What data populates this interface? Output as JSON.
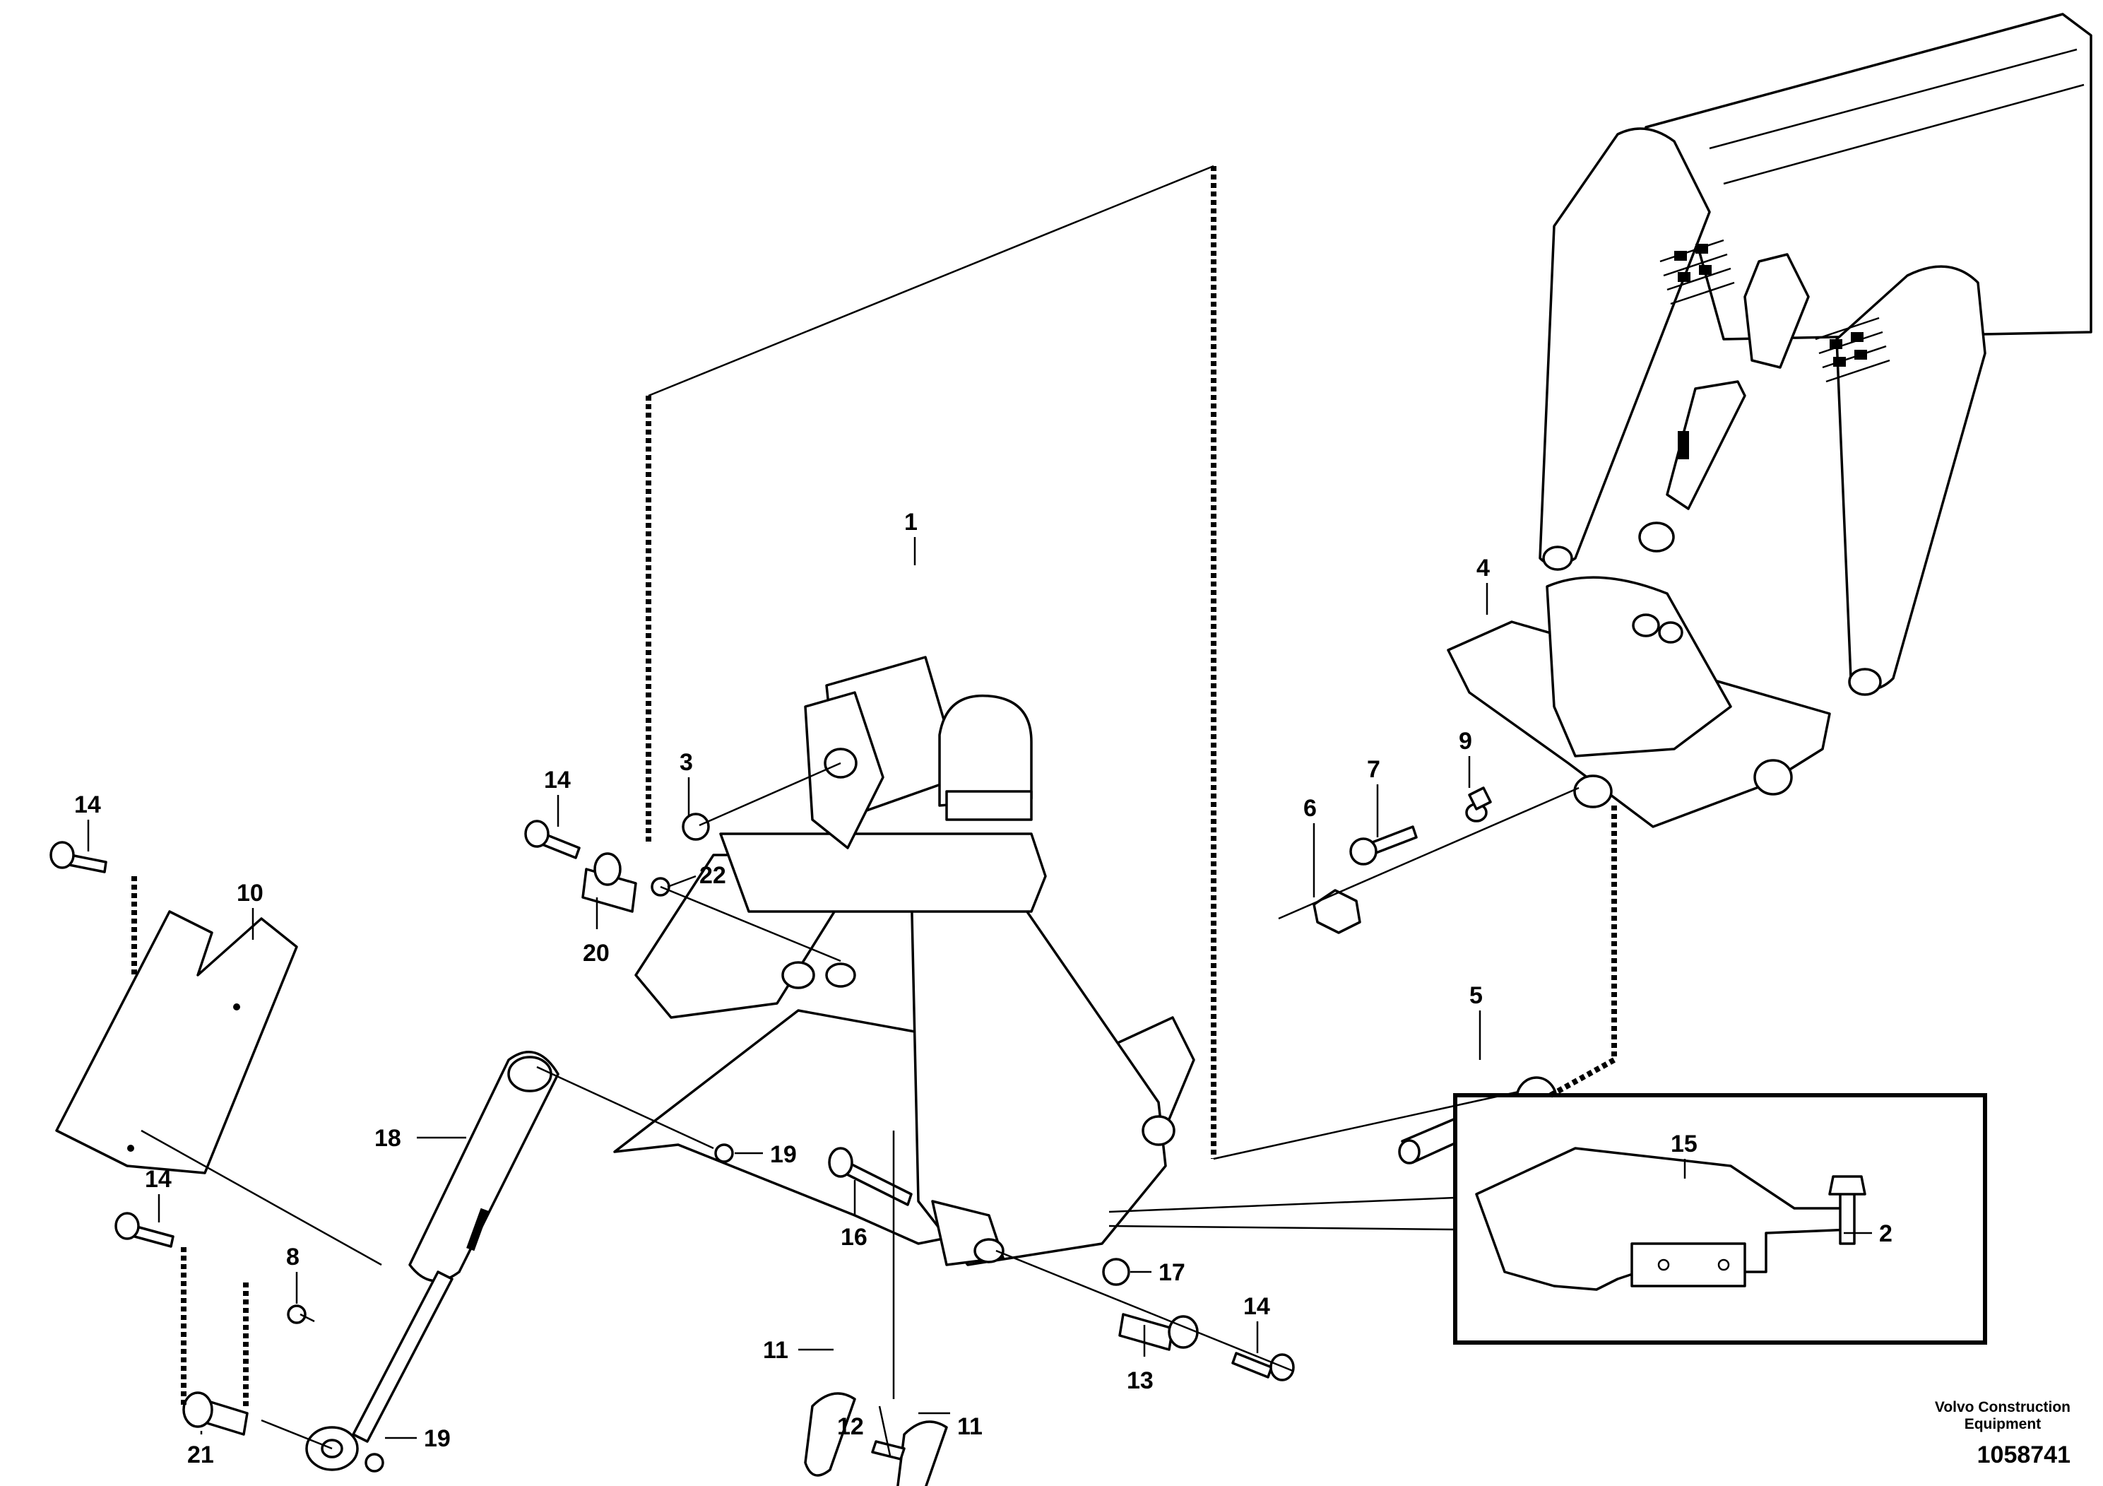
{
  "diagram": {
    "callouts": [
      {
        "id": "1",
        "text": "1"
      },
      {
        "id": "2",
        "text": "2"
      },
      {
        "id": "3",
        "text": "3"
      },
      {
        "id": "4",
        "text": "4"
      },
      {
        "id": "5",
        "text": "5"
      },
      {
        "id": "6",
        "text": "6"
      },
      {
        "id": "7",
        "text": "7"
      },
      {
        "id": "8",
        "text": "8"
      },
      {
        "id": "9",
        "text": "9"
      },
      {
        "id": "10",
        "text": "10"
      },
      {
        "id": "11a",
        "text": "11"
      },
      {
        "id": "11b",
        "text": "11"
      },
      {
        "id": "12",
        "text": "12"
      },
      {
        "id": "13",
        "text": "13"
      },
      {
        "id": "14a",
        "text": "14"
      },
      {
        "id": "14b",
        "text": "14"
      },
      {
        "id": "14c",
        "text": "14"
      },
      {
        "id": "14d",
        "text": "14"
      },
      {
        "id": "15",
        "text": "15"
      },
      {
        "id": "16",
        "text": "16"
      },
      {
        "id": "17",
        "text": "17"
      },
      {
        "id": "18",
        "text": "18"
      },
      {
        "id": "19a",
        "text": "19"
      },
      {
        "id": "19b",
        "text": "19"
      },
      {
        "id": "20",
        "text": "20"
      },
      {
        "id": "21",
        "text": "21"
      },
      {
        "id": "22",
        "text": "22"
      }
    ]
  },
  "footer": {
    "credit_line1": "Volvo Construction",
    "credit_line2": "Equipment",
    "document_number": "1058741"
  }
}
